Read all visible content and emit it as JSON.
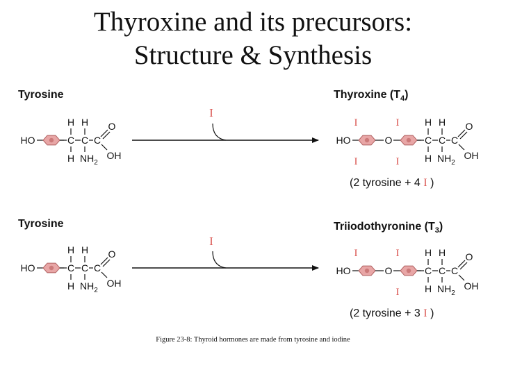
{
  "title": {
    "line1": "Thyroxine and its precursors:",
    "line2": "Structure & Synthesis"
  },
  "reactions": [
    {
      "reactant_label": "Tyrosine",
      "reagent": "I",
      "product_name": "Thyroxine (T",
      "product_sub": "4",
      "product_close": ")",
      "note_pre": "(2 tyrosine + 4",
      "note_iodine": "I",
      "note_post": ")"
    },
    {
      "reactant_label": "Tyrosine",
      "reagent": "I",
      "product_name": "Triiodothyronine (T",
      "product_sub": "3",
      "product_close": ")",
      "note_pre": "(2 tyrosine + 3",
      "note_iodine": "I",
      "note_post": ")"
    }
  ],
  "atoms": {
    "ho": "HO",
    "h": "H",
    "nh": "NH",
    "nh_sub": "2",
    "c": "C",
    "o": "O",
    "oh": "OH",
    "iodine": "I"
  },
  "caption": "Figure 23-8: Thyroid hormones are made from tyrosine and iodine",
  "colors": {
    "ring_fill": "#e8a6a6",
    "ring_stroke": "#b06060",
    "iodine": "#d9534f",
    "text": "#111111"
  }
}
